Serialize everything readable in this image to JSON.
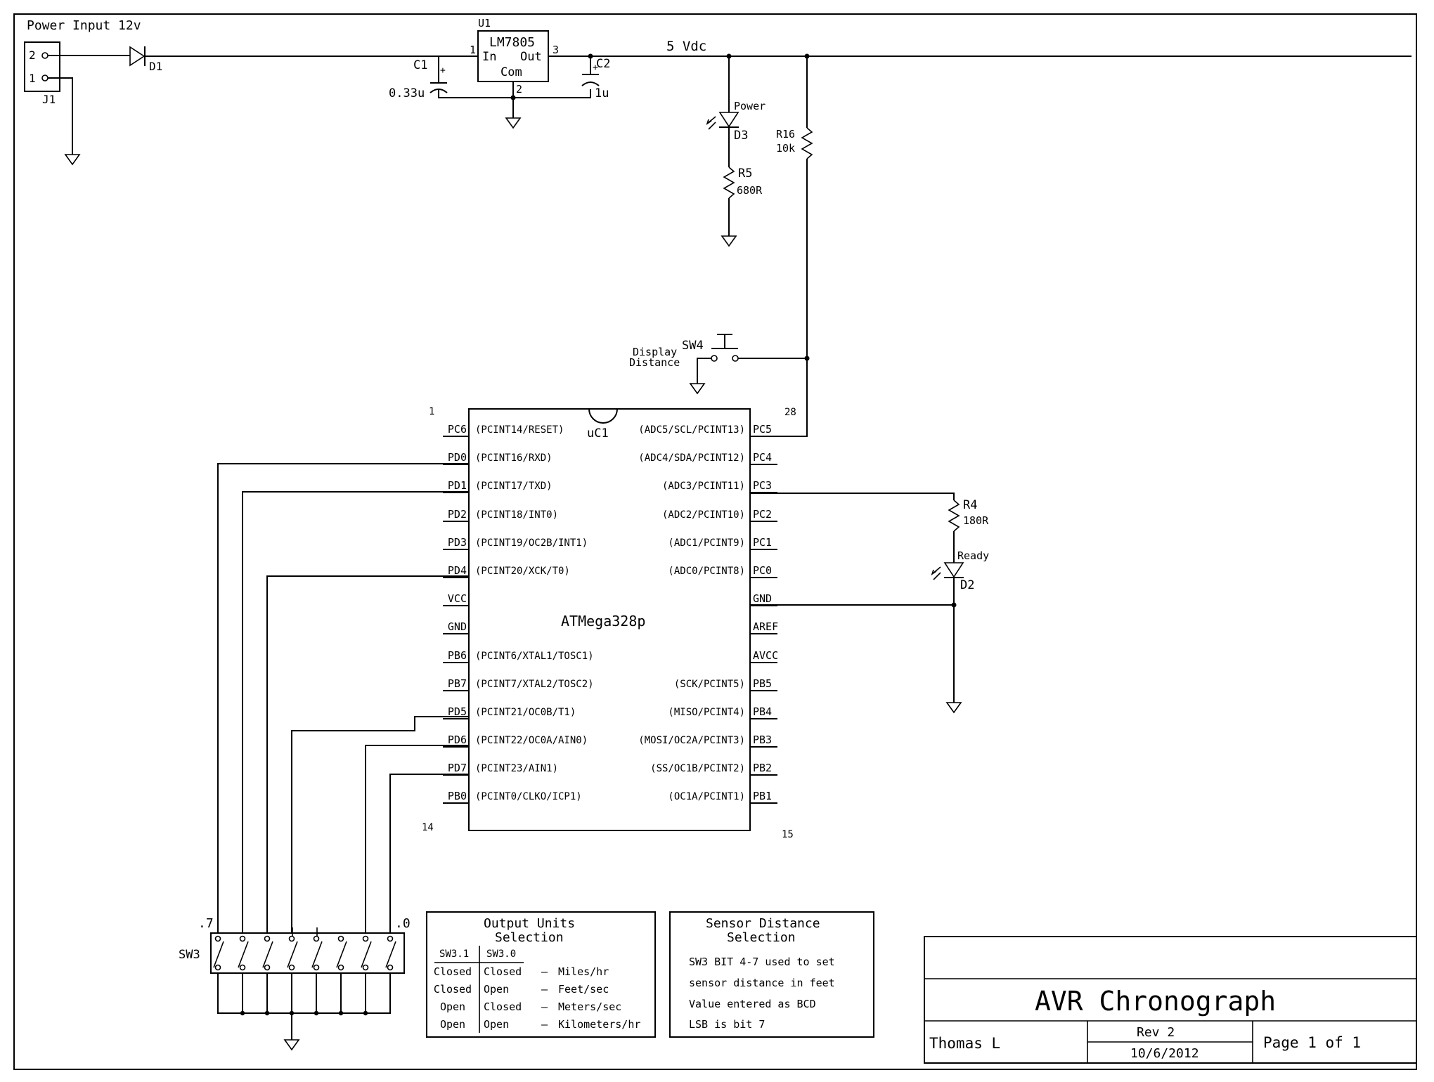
{
  "power": {
    "label": "Power Input 12v",
    "connector": "J1",
    "pin2": "2",
    "pin1": "1",
    "diode": "D1",
    "vdc_label": "5 Vdc"
  },
  "regulator": {
    "ref": "U1",
    "part": "LM7805",
    "pin_in": "In",
    "pin_out": "Out",
    "pin_com": "Com",
    "pin1": "1",
    "pin2": "2",
    "pin3": "3"
  },
  "caps": {
    "c1_ref": "C1",
    "c1_val": "0.33u",
    "c2_ref": "C2",
    "c2_val": "1u",
    "plus": "+"
  },
  "power_led": {
    "label": "Power",
    "ref": "D3",
    "r_ref": "R5",
    "r_val": "680R"
  },
  "pullup": {
    "ref": "R16",
    "val": "10k"
  },
  "sw4": {
    "ref": "SW4",
    "label1": "Display",
    "label2": "Distance"
  },
  "mcu": {
    "ref": "uC1",
    "name": "ATMega328p",
    "pin_first": "1",
    "pin_28": "28",
    "pin_14": "14",
    "pin_15": "15",
    "left_pins": [
      {
        "pin": "PC6",
        "fn": "(PCINT14/RESET)"
      },
      {
        "pin": "PD0",
        "fn": "(PCINT16/RXD)"
      },
      {
        "pin": "PD1",
        "fn": "(PCINT17/TXD)"
      },
      {
        "pin": "PD2",
        "fn": "(PCINT18/INT0)"
      },
      {
        "pin": "PD3",
        "fn": "(PCINT19/OC2B/INT1)"
      },
      {
        "pin": "PD4",
        "fn": "(PCINT20/XCK/T0)"
      },
      {
        "pin": "VCC",
        "fn": ""
      },
      {
        "pin": "GND",
        "fn": ""
      },
      {
        "pin": "PB6",
        "fn": "(PCINT6/XTAL1/TOSC1)"
      },
      {
        "pin": "PB7",
        "fn": "(PCINT7/XTAL2/TOSC2)"
      },
      {
        "pin": "PD5",
        "fn": "(PCINT21/OC0B/T1)"
      },
      {
        "pin": "PD6",
        "fn": "(PCINT22/OC0A/AIN0)"
      },
      {
        "pin": "PD7",
        "fn": "(PCINT23/AIN1)"
      },
      {
        "pin": "PB0",
        "fn": "(PCINT0/CLKO/ICP1)"
      }
    ],
    "right_pins": [
      {
        "pin": "PC5",
        "fn": "(ADC5/SCL/PCINT13)"
      },
      {
        "pin": "PC4",
        "fn": "(ADC4/SDA/PCINT12)"
      },
      {
        "pin": "PC3",
        "fn": "(ADC3/PCINT11)"
      },
      {
        "pin": "PC2",
        "fn": "(ADC2/PCINT10)"
      },
      {
        "pin": "PC1",
        "fn": "(ADC1/PCINT9)"
      },
      {
        "pin": "PC0",
        "fn": "(ADC0/PCINT8)"
      },
      {
        "pin": "GND",
        "fn": ""
      },
      {
        "pin": "AREF",
        "fn": ""
      },
      {
        "pin": "AVCC",
        "fn": ""
      },
      {
        "pin": "PB5",
        "fn": "(SCK/PCINT5)"
      },
      {
        "pin": "PB4",
        "fn": "(MISO/PCINT4)"
      },
      {
        "pin": "PB3",
        "fn": "(MOSI/OC2A/PCINT3)"
      },
      {
        "pin": "PB2",
        "fn": "(SS/OC1B/PCINT2)"
      },
      {
        "pin": "PB1",
        "fn": "(OC1A/PCINT1)"
      }
    ]
  },
  "ready_led": {
    "r_ref": "R4",
    "r_val": "180R",
    "label": "Ready",
    "ref": "D2"
  },
  "sw3": {
    "ref": "SW3",
    "bit7": ".7",
    "bit0": ".0"
  },
  "units_table": {
    "title1": "Output Units",
    "title2": "Selection",
    "col1": "SW3.1",
    "col2": "SW3.0",
    "rows": [
      {
        "a": "Closed",
        "b": "Closed",
        "dash": "—",
        "unit": "Miles/hr"
      },
      {
        "a": "Closed",
        "b": "Open",
        "dash": "—",
        "unit": "Feet/sec"
      },
      {
        "a": "Open",
        "b": "Closed",
        "dash": "—",
        "unit": "Meters/sec"
      },
      {
        "a": "Open",
        "b": "Open",
        "dash": "—",
        "unit": "Kilometers/hr"
      }
    ]
  },
  "sensor_box": {
    "title1": "Sensor Distance",
    "title2": "Selection",
    "lines": [
      "SW3 BIT 4-7 used to set",
      "sensor distance in feet",
      "Value entered as BCD",
      "LSB is bit 7"
    ]
  },
  "title_block": {
    "title": "AVR Chronograph",
    "author": "Thomas L",
    "rev": "Rev 2",
    "date": "10/6/2012",
    "page": "Page 1 of 1"
  }
}
